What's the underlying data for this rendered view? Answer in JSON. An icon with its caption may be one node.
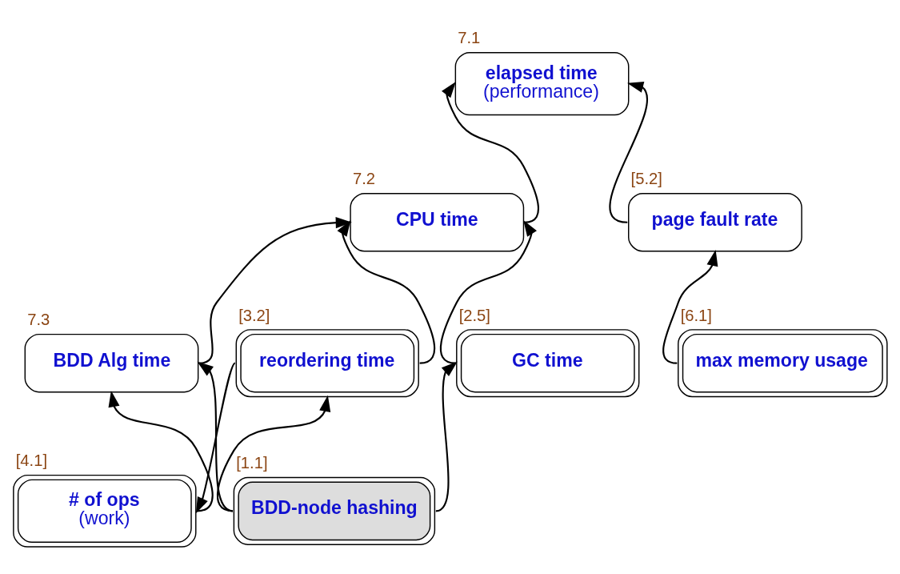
{
  "diagram": {
    "nodes": [
      {
        "text": [
          "elapsed time",
          "(performance)"
        ],
        "beside": [
          "7.1"
        ]
      },
      {
        "text": [
          "CPU time"
        ],
        "beside": [
          "7.2"
        ]
      },
      {
        "text": [
          "page fault rate"
        ],
        "beside": [
          "[5.2]"
        ]
      },
      {
        "text": [
          "BDD Alg time"
        ],
        "beside": [
          "7.3"
        ]
      },
      {
        "text": [
          "reordering time"
        ],
        "beside": [
          "[3.2]"
        ]
      },
      {
        "text": [
          "GC time"
        ],
        "beside": [
          "[2.5]"
        ]
      },
      {
        "text": [
          "max memory usage"
        ],
        "beside": [
          "[6.1]"
        ]
      },
      {
        "text": [
          "# of ops",
          "(work)"
        ],
        "beside": [
          "[4.1]"
        ]
      },
      {
        "text": [
          "BDD-node hashing"
        ],
        "beside": [
          "[1.1]"
        ]
      }
    ],
    "edges": [
      {
        "from": 1,
        "to": 0,
        "arrow": "to"
      },
      {
        "from": 2,
        "to": 0,
        "arrow": "to"
      },
      {
        "from": 3,
        "to": 1,
        "arrow": "to"
      },
      {
        "from": 4,
        "to": 1,
        "arrow": "to"
      },
      {
        "from": 5,
        "to": 1,
        "arrow": "to"
      },
      {
        "from": 6,
        "to": 2,
        "arrow": "to"
      },
      {
        "from": 7,
        "to": 3,
        "arrow": "to"
      },
      {
        "from": 4,
        "to": 7,
        "arrow": "to"
      },
      {
        "from": 8,
        "to": 3,
        "arrow": "to"
      },
      {
        "from": 8,
        "to": 4,
        "arrow": "to"
      },
      {
        "from": 8,
        "to": 5,
        "arrow": "to"
      }
    ]
  }
}
